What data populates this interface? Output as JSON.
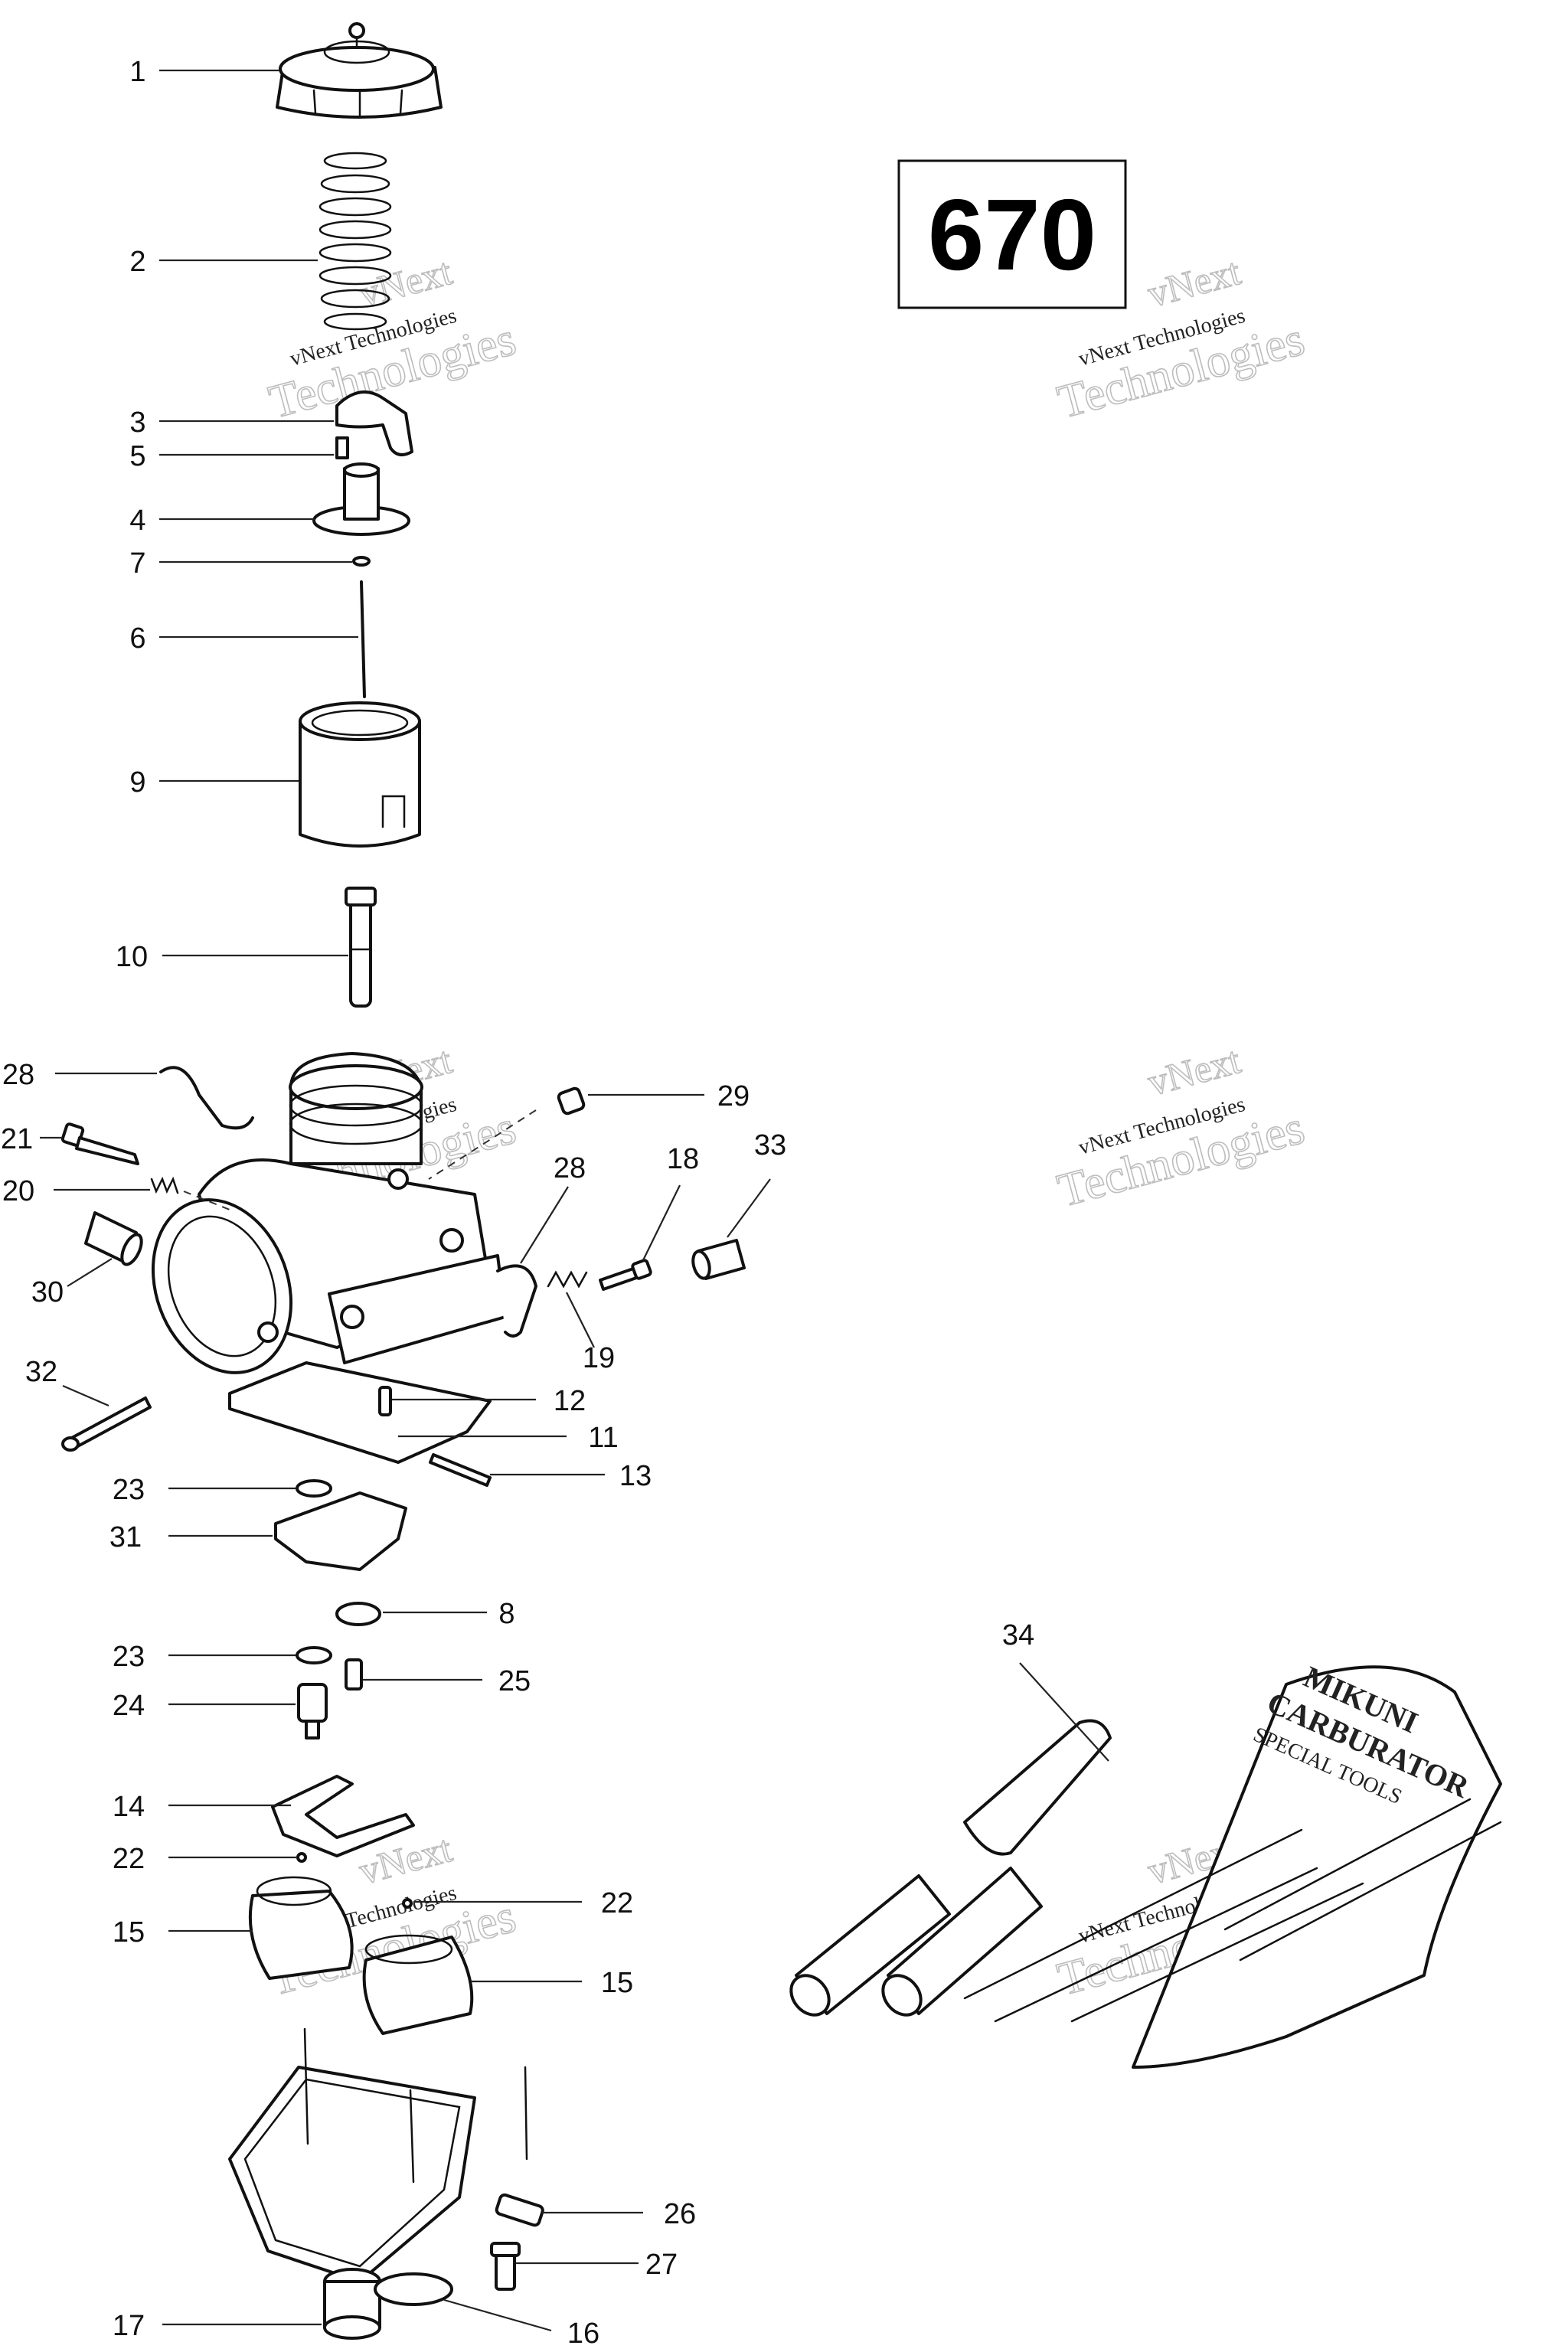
{
  "badge": {
    "text": "670"
  },
  "watermark": {
    "line1": "vNext",
    "line2": "Technologies",
    "small": "vNext Technologies"
  },
  "kit_label": [
    "MIKUNI",
    "CARBURATOR",
    "SPECIAL TOOLS"
  ],
  "callouts": [
    {
      "id": "1",
      "label": "1"
    },
    {
      "id": "2",
      "label": "2"
    },
    {
      "id": "3",
      "label": "3"
    },
    {
      "id": "5",
      "label": "5"
    },
    {
      "id": "4",
      "label": "4"
    },
    {
      "id": "7",
      "label": "7"
    },
    {
      "id": "6",
      "label": "6"
    },
    {
      "id": "9",
      "label": "9"
    },
    {
      "id": "10",
      "label": "10"
    },
    {
      "id": "28a",
      "label": "28"
    },
    {
      "id": "29",
      "label": "29"
    },
    {
      "id": "21",
      "label": "21"
    },
    {
      "id": "20",
      "label": "20"
    },
    {
      "id": "28b",
      "label": "28"
    },
    {
      "id": "18",
      "label": "18"
    },
    {
      "id": "33",
      "label": "33"
    },
    {
      "id": "30",
      "label": "30"
    },
    {
      "id": "19",
      "label": "19"
    },
    {
      "id": "32",
      "label": "32"
    },
    {
      "id": "12",
      "label": "12"
    },
    {
      "id": "11",
      "label": "11"
    },
    {
      "id": "13",
      "label": "13"
    },
    {
      "id": "23a",
      "label": "23"
    },
    {
      "id": "31",
      "label": "31"
    },
    {
      "id": "8",
      "label": "8"
    },
    {
      "id": "23b",
      "label": "23"
    },
    {
      "id": "25",
      "label": "25"
    },
    {
      "id": "24",
      "label": "24"
    },
    {
      "id": "14",
      "label": "14"
    },
    {
      "id": "22a",
      "label": "22"
    },
    {
      "id": "22b",
      "label": "22"
    },
    {
      "id": "15a",
      "label": "15"
    },
    {
      "id": "15b",
      "label": "15"
    },
    {
      "id": "26",
      "label": "26"
    },
    {
      "id": "27",
      "label": "27"
    },
    {
      "id": "17",
      "label": "17"
    },
    {
      "id": "16",
      "label": "16"
    },
    {
      "id": "34",
      "label": "34"
    }
  ]
}
